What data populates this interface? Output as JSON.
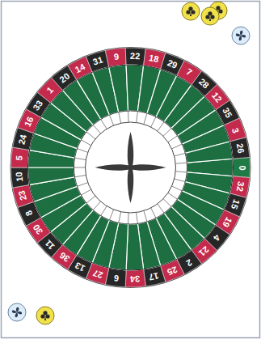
{
  "diagram": {
    "labels": [
      "0",
      "32",
      "15",
      "19",
      "4",
      "21",
      "2",
      "25",
      "17",
      "34",
      "6",
      "27",
      "13",
      "36",
      "11",
      "30",
      "8",
      "23",
      "10",
      "5",
      "24",
      "16",
      "33",
      "1",
      "20",
      "14",
      "31",
      "9",
      "22",
      "18",
      "29",
      "7",
      "28",
      "12",
      "35",
      "3",
      "26"
    ]
  }
}
